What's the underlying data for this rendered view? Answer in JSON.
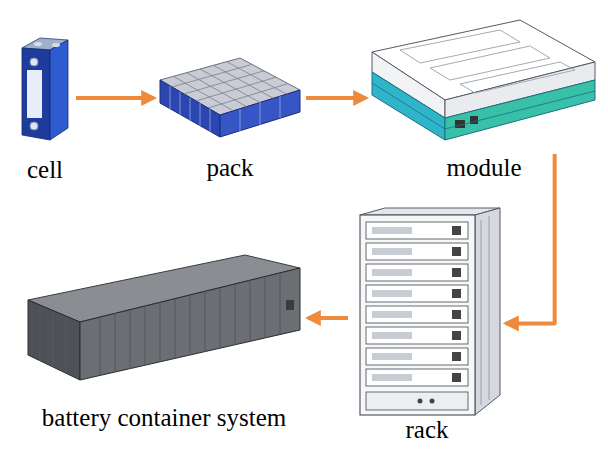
{
  "diagram": {
    "nodes": [
      {
        "text": [
          "cell"
        ]
      },
      {
        "text": [
          "pack"
        ]
      },
      {
        "text": [
          "module"
        ]
      },
      {
        "text": [
          "rack"
        ]
      },
      {
        "text": [
          "battery container system"
        ]
      }
    ],
    "edges": [
      {
        "from": 0,
        "to": 1,
        "arrow": "to"
      },
      {
        "from": 1,
        "to": 2,
        "arrow": "to"
      },
      {
        "from": 2,
        "to": 3,
        "arrow": "to"
      },
      {
        "from": 3,
        "to": 4,
        "arrow": "to"
      }
    ]
  }
}
